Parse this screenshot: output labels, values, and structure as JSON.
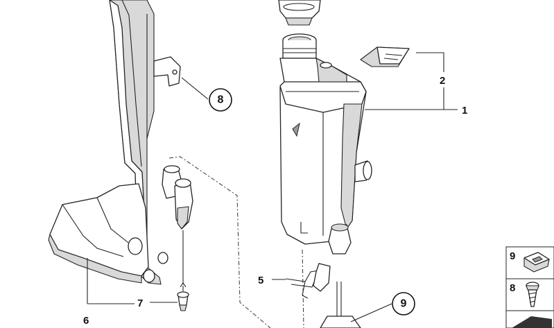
{
  "callouts": {
    "c1": "1",
    "c2": "2",
    "c5": "5",
    "c6": "6",
    "c7": "7",
    "c8": "8",
    "c9": "9"
  },
  "legend": {
    "item9": "9",
    "item8": "8"
  }
}
